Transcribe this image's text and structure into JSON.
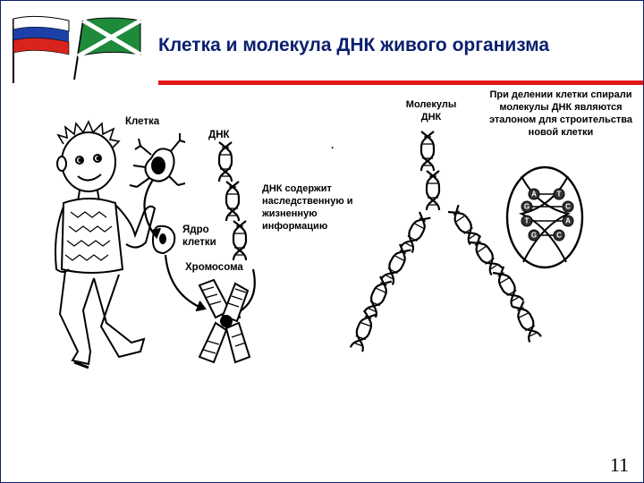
{
  "slide": {
    "title": "Клетка и молекула ДНК живого организма",
    "page_number": "11",
    "accent_color": "#e21515",
    "title_color": "#0a1f6e"
  },
  "flags": [
    {
      "name": "russia-flag-icon",
      "colors": [
        "#ffffff",
        "#1d3fa8",
        "#d9231d"
      ]
    },
    {
      "name": "border-guard-flag-icon",
      "colors": [
        "#1e8a3a",
        "#ffffff"
      ]
    }
  ],
  "left_figure": {
    "cell_label": "Клетка",
    "dna_label": "ДНК",
    "nucleus_label": "Ядро клетки",
    "chromosome_label": "Хромосома",
    "info_text": "ДНК содержит наследственную и жизненную информацию",
    "separator_dot": "."
  },
  "right_figure": {
    "molecules_label": "Молекулы ДНК",
    "division_text": "При делении клетки спирали молекулы ДНК являются эталоном для строительства новой клетки",
    "base_pairs": [
      [
        "A",
        "T"
      ],
      [
        "G",
        "C"
      ],
      [
        "T",
        "A"
      ],
      [
        "G",
        "C"
      ]
    ]
  }
}
